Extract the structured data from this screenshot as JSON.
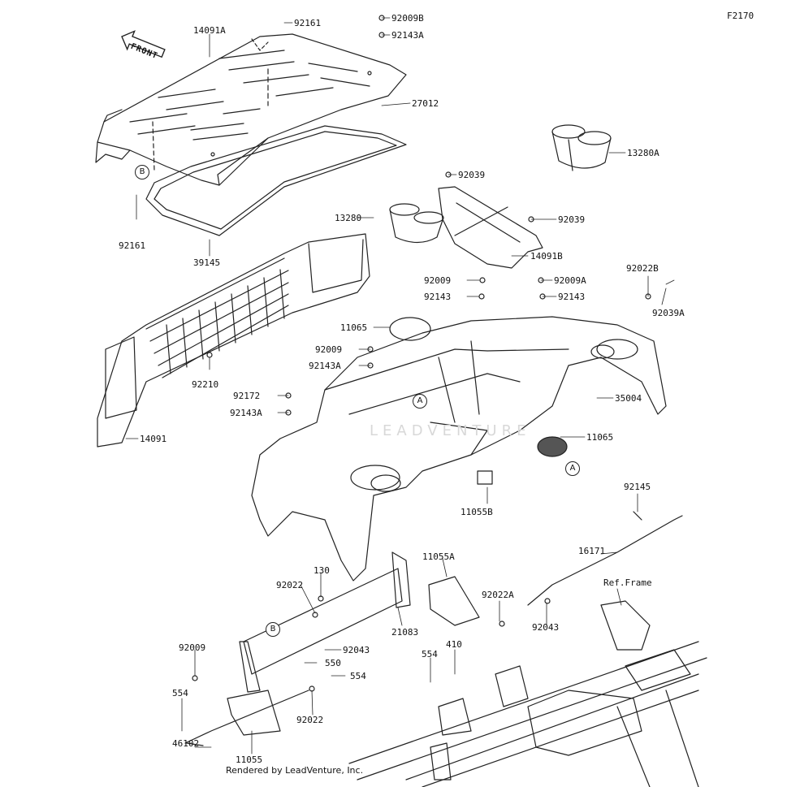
{
  "diagram": {
    "code": "F2170",
    "credit": "Rendered by LeadVenture, Inc.",
    "front_label": "FRONT",
    "watermark": "LEADVENTURE",
    "callouts": {
      "B": "B",
      "A": "A"
    },
    "parts": {
      "p14091A": "14091A",
      "p92161_top": "92161",
      "p92009B": "92009B",
      "p92143A_top": "92143A",
      "p27012": "27012",
      "p13280A": "13280A",
      "p92161_left": "92161",
      "p39145": "39145",
      "p92039_a": "92039",
      "p92039_b": "92039",
      "p13280": "13280",
      "p14091B": "14091B",
      "p92009_a": "92009",
      "p92009A": "92009A",
      "p92022B": "92022B",
      "p92143_a": "92143",
      "p92143_b": "92143",
      "p92039A": "92039A",
      "p11065_top": "11065",
      "p92009_b": "92009",
      "p92143A_mid": "92143A",
      "p92210": "92210",
      "p92172": "92172",
      "p92143A_low": "92143A",
      "p35004": "35004",
      "p14091": "14091",
      "p11065_right": "11065",
      "p11055B": "11055B",
      "p92145": "92145",
      "p16171": "16171",
      "p11055A": "11055A",
      "p130": "130",
      "p92022_a": "92022",
      "p92022A": "92022A",
      "p21083": "21083",
      "p92043_a": "92043",
      "ref_frame": "Ref.Frame",
      "p92009_c": "92009",
      "p92043_b": "92043",
      "p550": "550",
      "p554_a": "554",
      "p410": "410",
      "p554_b": "554",
      "p554_c": "554",
      "p92022_b": "92022",
      "p46102": "46102",
      "p11055": "11055"
    }
  }
}
